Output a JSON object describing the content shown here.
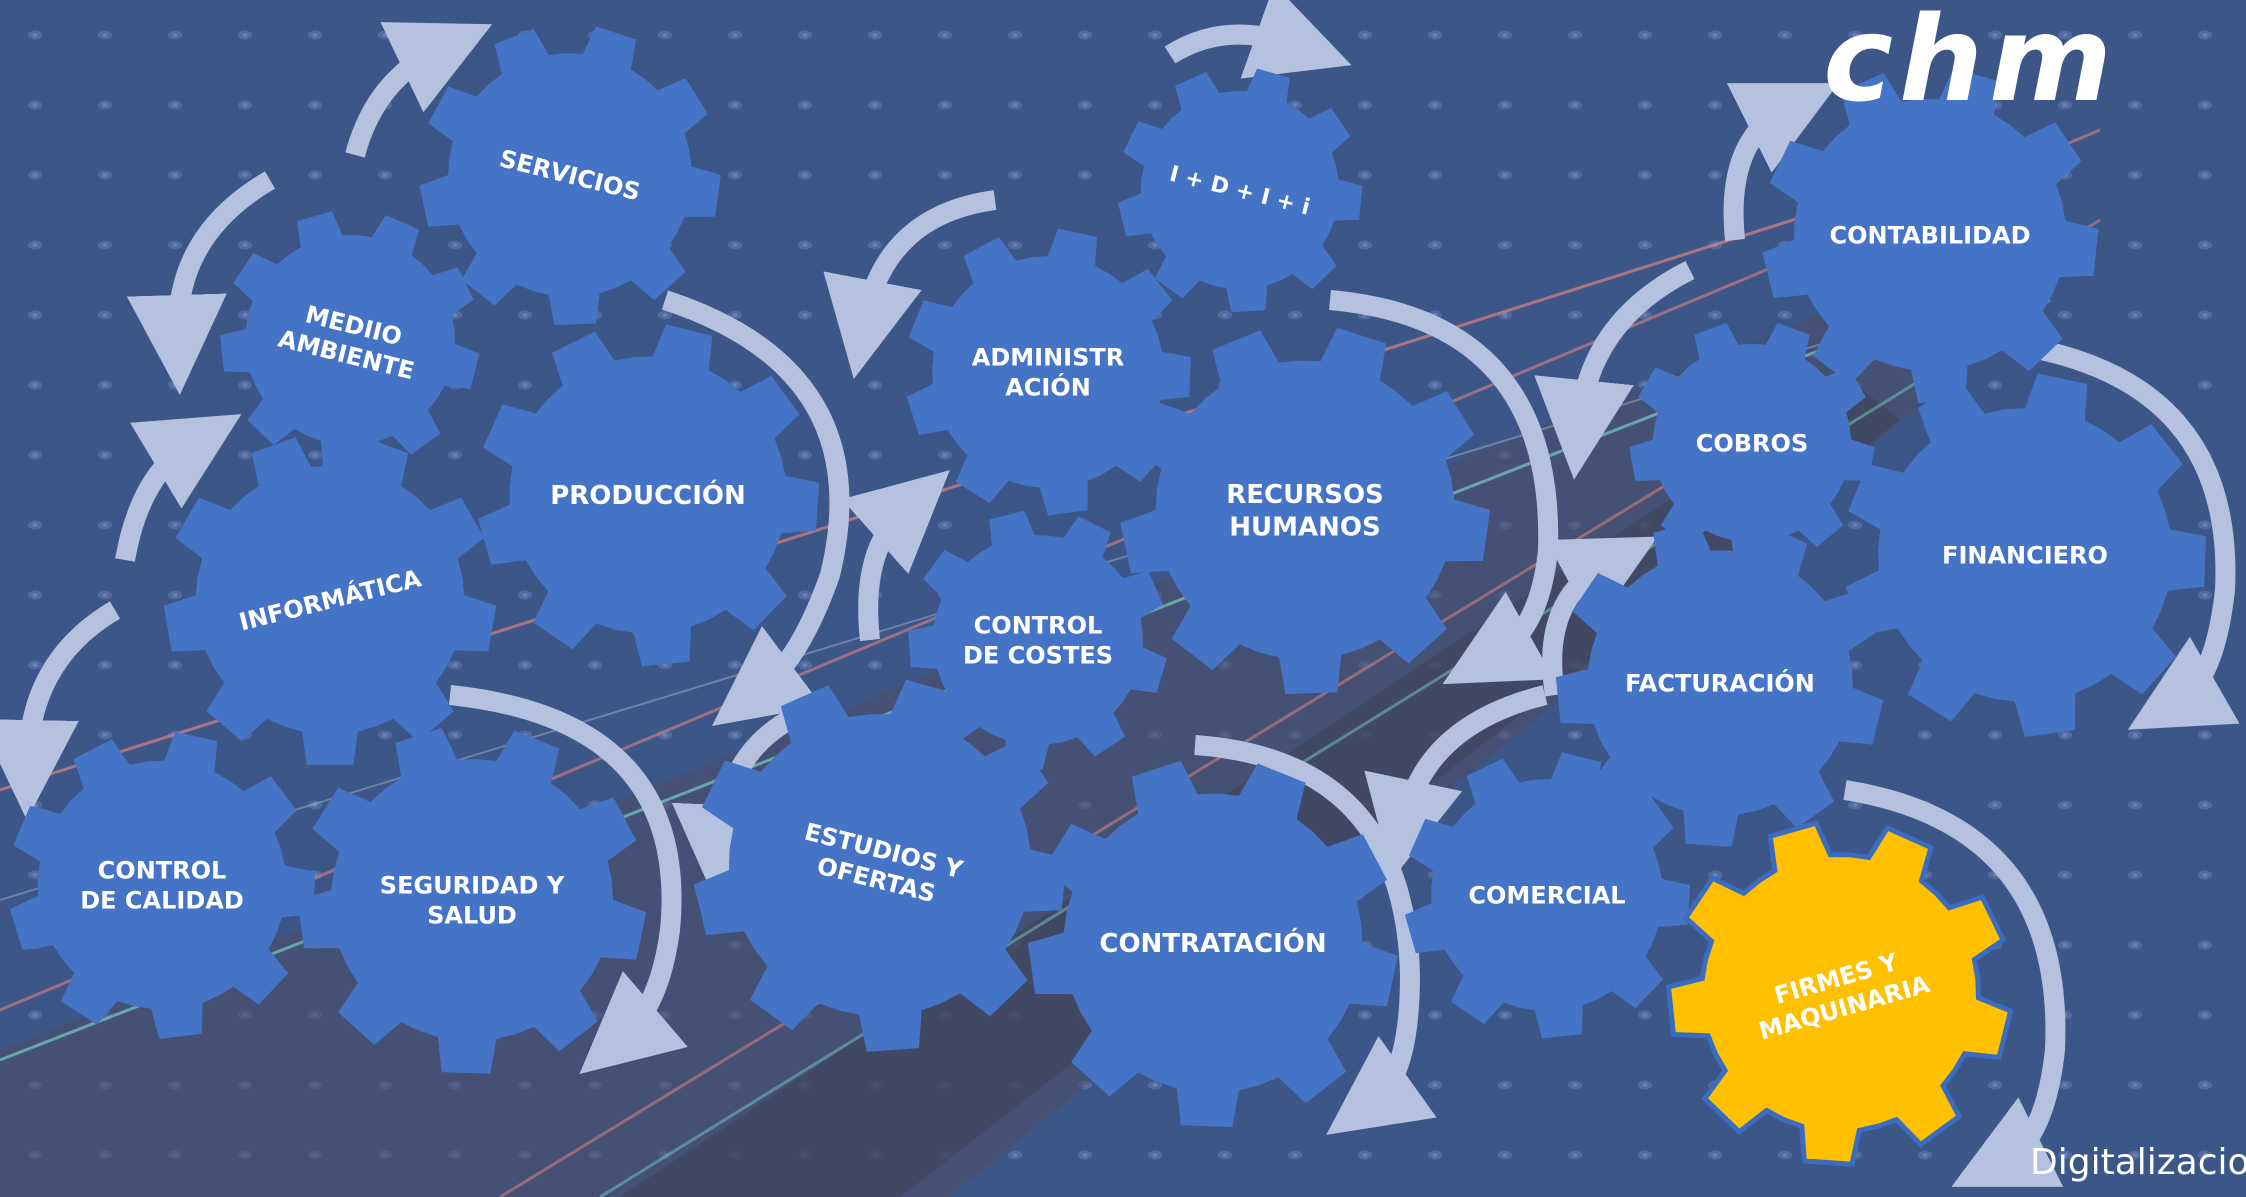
{
  "logo": "chm",
  "footer_text": "Digitalizacio",
  "colors": {
    "background": "#3d5688",
    "gear_blue": "#4574c6",
    "gear_highlight": "#ffc000",
    "arrow": "#b4c2e0"
  },
  "gears": [
    {
      "id": "servicios",
      "lines": [
        "SERVICIOS"
      ]
    },
    {
      "id": "medio-ambiente",
      "lines": [
        "MEDIIO",
        "AMBIENTE"
      ]
    },
    {
      "id": "produccion",
      "lines": [
        "PRODUCCIÓN"
      ]
    },
    {
      "id": "informatica",
      "lines": [
        "INFORMÁTICA"
      ]
    },
    {
      "id": "control-calidad",
      "lines": [
        "CONTROL",
        "DE CALIDAD"
      ]
    },
    {
      "id": "seguridad-salud",
      "lines": [
        "SEGURIDAD Y",
        "SALUD"
      ]
    },
    {
      "id": "idii",
      "lines": [
        "I + D + I + i"
      ]
    },
    {
      "id": "administracion",
      "lines": [
        "ADMINISTR",
        "ACIÓN"
      ]
    },
    {
      "id": "recursos-humanos",
      "lines": [
        "RECURSOS",
        "HUMANOS"
      ]
    },
    {
      "id": "control-costes",
      "lines": [
        "CONTROL",
        "DE COSTES"
      ]
    },
    {
      "id": "estudios-ofertas",
      "lines": [
        "ESTUDIOS Y",
        "OFERTAS"
      ]
    },
    {
      "id": "contratacion",
      "lines": [
        "CONTRATACIÓN"
      ]
    },
    {
      "id": "contabilidad",
      "lines": [
        "CONTABILIDAD"
      ]
    },
    {
      "id": "cobros",
      "lines": [
        "COBROS"
      ]
    },
    {
      "id": "financiero",
      "lines": [
        "FINANCIERO"
      ]
    },
    {
      "id": "facturacion",
      "lines": [
        "FACTURACIÓN"
      ]
    },
    {
      "id": "comercial",
      "lines": [
        "COMERCIAL"
      ]
    },
    {
      "id": "firmes-maquinaria",
      "lines": [
        "FIRMES Y",
        "MAQUINARIA"
      ],
      "highlight": true
    }
  ]
}
